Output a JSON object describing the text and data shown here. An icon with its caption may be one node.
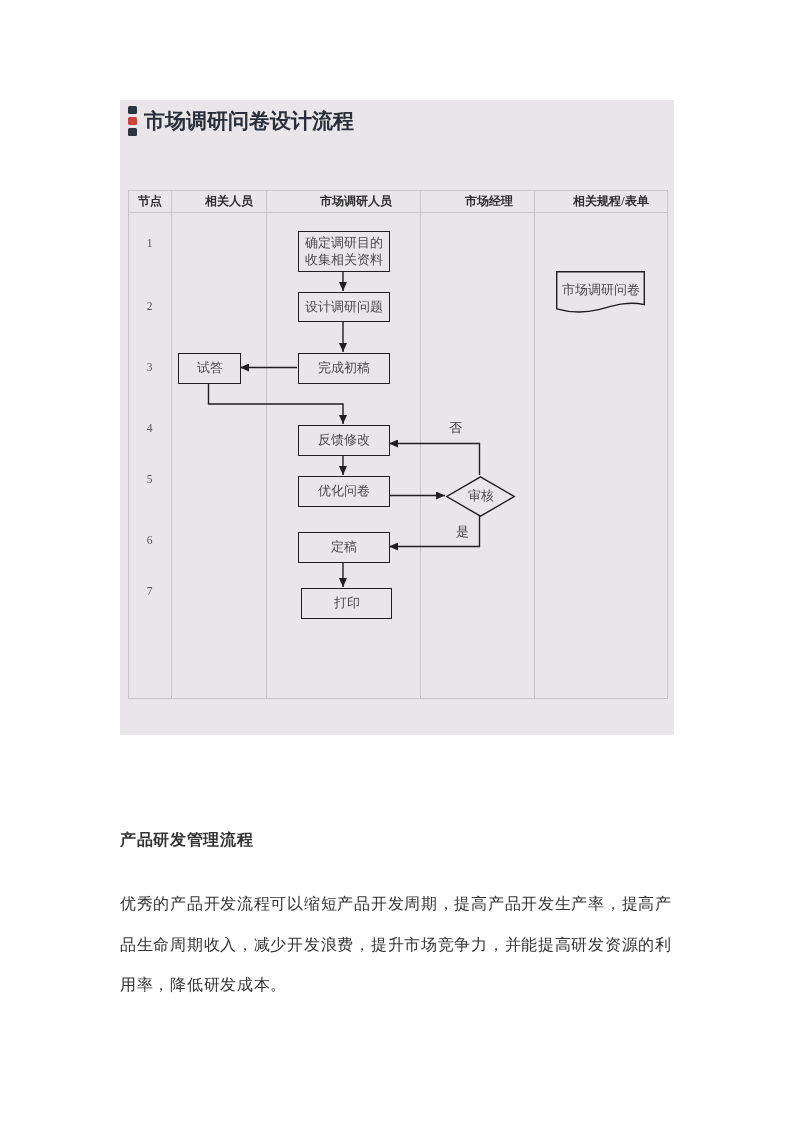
{
  "diagram": {
    "title": "市场调研问卷设计流程",
    "nodes": [
      {
        "text": [
          "节点"
        ]
      },
      {
        "text": [
          "相关人员"
        ]
      },
      {
        "text": [
          "市场调研人员"
        ]
      },
      {
        "text": [
          "市场经理"
        ]
      },
      {
        "text": [
          "相关规程/表单"
        ]
      },
      {
        "text": [
          "确定调研目的收集相关资料"
        ],
        "in": 2
      },
      {
        "text": [
          "市场调研问卷"
        ],
        "in": 4
      },
      {
        "text": [
          "设计调研问题"
        ],
        "in": 2
      },
      {
        "text": [
          "试答"
        ],
        "in": 1
      },
      {
        "text": [
          "完成初稿"
        ],
        "in": 2
      },
      {
        "text": [
          "反馈修改"
        ],
        "in": 2
      },
      {
        "text": [
          "优化问卷"
        ],
        "in": 2
      },
      {
        "text": [
          "审核"
        ],
        "in": 3
      },
      {
        "text": [
          "定稿"
        ],
        "in": 2
      },
      {
        "text": [
          "打印"
        ],
        "in": 2
      }
    ],
    "edges": [
      {
        "from": 5,
        "to": 7,
        "arrow": "to"
      },
      {
        "from": 7,
        "to": 9,
        "arrow": "to"
      },
      {
        "from": 9,
        "to": 8,
        "arrow": "to"
      },
      {
        "from": 8,
        "to": 10,
        "arrow": "to"
      },
      {
        "from": 10,
        "to": 11,
        "arrow": "to"
      },
      {
        "from": 11,
        "to": 12,
        "arrow": "to"
      },
      {
        "from": 12,
        "to": 10,
        "arrow": "to",
        "label": "否"
      },
      {
        "from": 12,
        "to": 13,
        "arrow": "to",
        "label": "是"
      },
      {
        "from": 13,
        "to": 14,
        "arrow": "to"
      }
    ],
    "labels": [
      "1",
      "2",
      "3",
      "4",
      "5",
      "6",
      "7",
      "产品研发管理流程",
      "优秀的产品开发流程可以缩短产品开发周期，提高产品开发生产率，提高产品生命周期收入，减少开发浪费，提升市场竞争力，并能提高研发资源的利用率，降低研发成本。"
    ]
  }
}
